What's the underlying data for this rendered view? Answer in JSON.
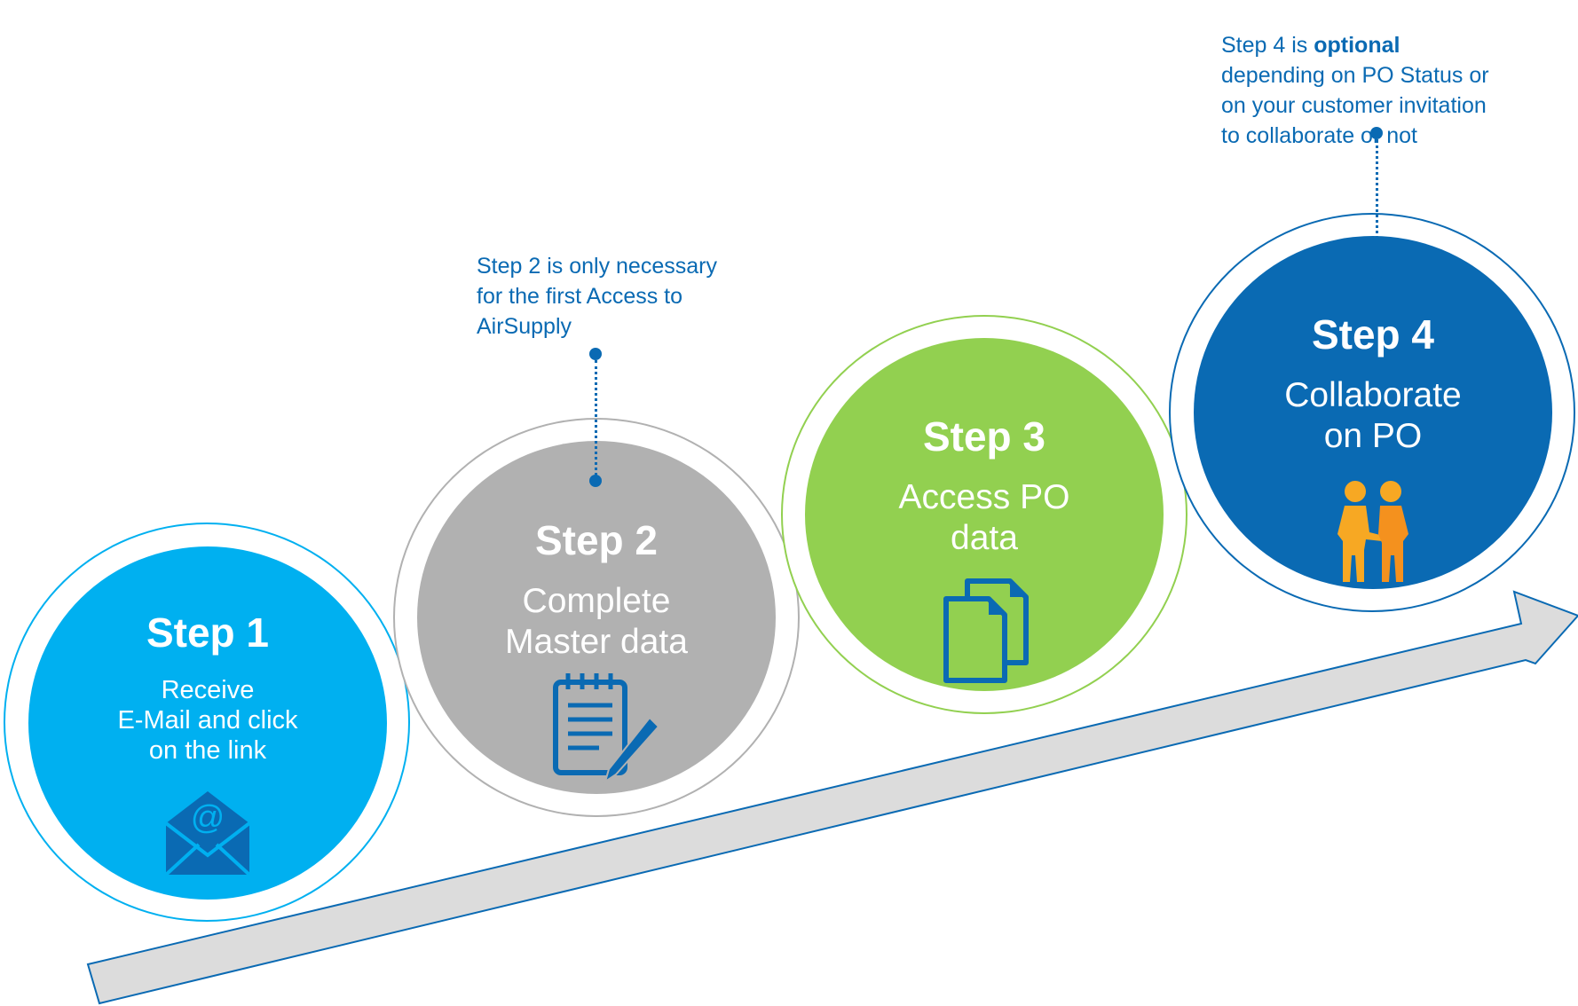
{
  "colors": {
    "step1": "#00b0f0",
    "step2": "#b1b1b1",
    "step3": "#92d050",
    "step4": "#0a6ab3",
    "callout_text": "#0a6ab3",
    "arrow_fill": "#dcdcdc",
    "arrow_stroke": "#0a6ab3"
  },
  "steps": [
    {
      "title": "Step 1",
      "description": "Receive\nE-Mail and click\non the link",
      "icon": "email-at-icon"
    },
    {
      "title": "Step 2",
      "description": "Complete\nMaster data",
      "icon": "notepad-pencil-icon"
    },
    {
      "title": "Step 3",
      "description": "Access PO\ndata",
      "icon": "documents-icon"
    },
    {
      "title": "Step 4",
      "description": "Collaborate\non PO",
      "icon": "handshake-icon"
    }
  ],
  "notes": {
    "step2": "Step 2 is only necessary\nfor the first Access to\nAirSupply",
    "step4_prefix": "Step 4 is ",
    "step4_bold": "optional",
    "step4_rest": "\ndepending on PO Status or\non your customer invitation\nto collaborate or not"
  }
}
